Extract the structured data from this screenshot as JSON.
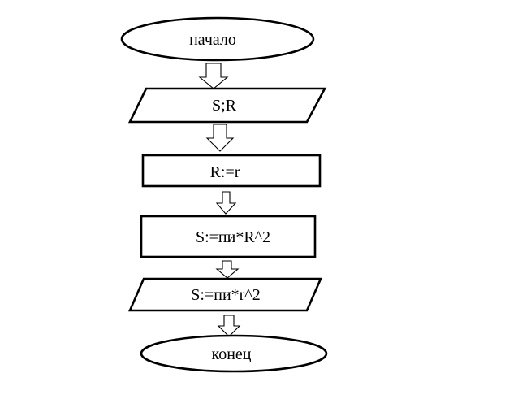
{
  "diagram": {
    "type": "flowchart",
    "nodes": [
      {
        "id": "start",
        "shape": "terminator",
        "label": "начало"
      },
      {
        "id": "input",
        "shape": "parallelogram",
        "label": "S;R"
      },
      {
        "id": "assign",
        "shape": "process",
        "label": "R:=r"
      },
      {
        "id": "compute",
        "shape": "process",
        "label": "S:=пи*R^2"
      },
      {
        "id": "output",
        "shape": "parallelogram",
        "label": "S:=пи*r^2"
      },
      {
        "id": "end",
        "shape": "terminator",
        "label": "конец"
      }
    ],
    "edges": [
      {
        "from": "start",
        "to": "input"
      },
      {
        "from": "input",
        "to": "assign"
      },
      {
        "from": "assign",
        "to": "compute"
      },
      {
        "from": "compute",
        "to": "output"
      },
      {
        "from": "output",
        "to": "end"
      }
    ],
    "colors": {
      "stroke": "#000000",
      "fill": "#ffffff",
      "background": "#ffffff"
    }
  }
}
